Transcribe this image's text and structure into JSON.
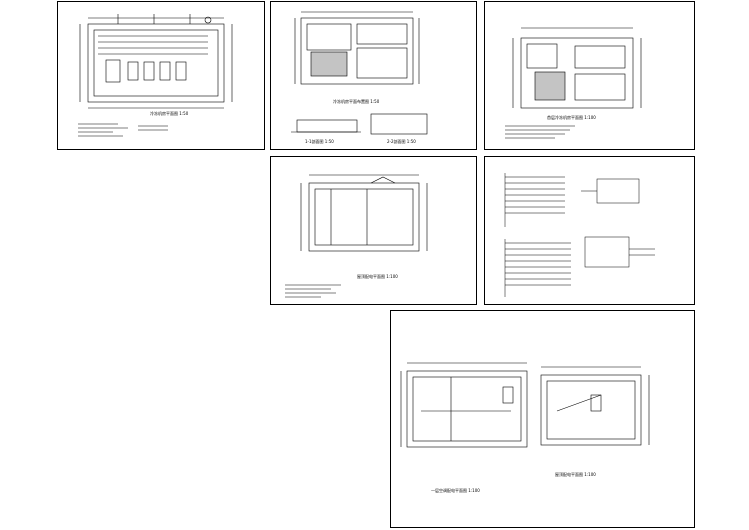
{
  "captions": {
    "s1_plan": "冷冻机房平面图 1:50",
    "s2_plan": "冷冻机房平面布置图 1:50",
    "s2_section_a": "1-1剖面图 1:50",
    "s2_section_b": "2-2剖面图 1:50",
    "s3_plan": "首层冷冻机房平面图 1:100",
    "s4_plan": "屋顶配电平面图 1:100",
    "s6_plan_left": "一层空调配电平面图 1:100",
    "s6_plan_right": "屋顶配电平面图 1:100"
  },
  "colors": {
    "line": "#000000",
    "hatch": "#555555",
    "paper": "#ffffff"
  }
}
